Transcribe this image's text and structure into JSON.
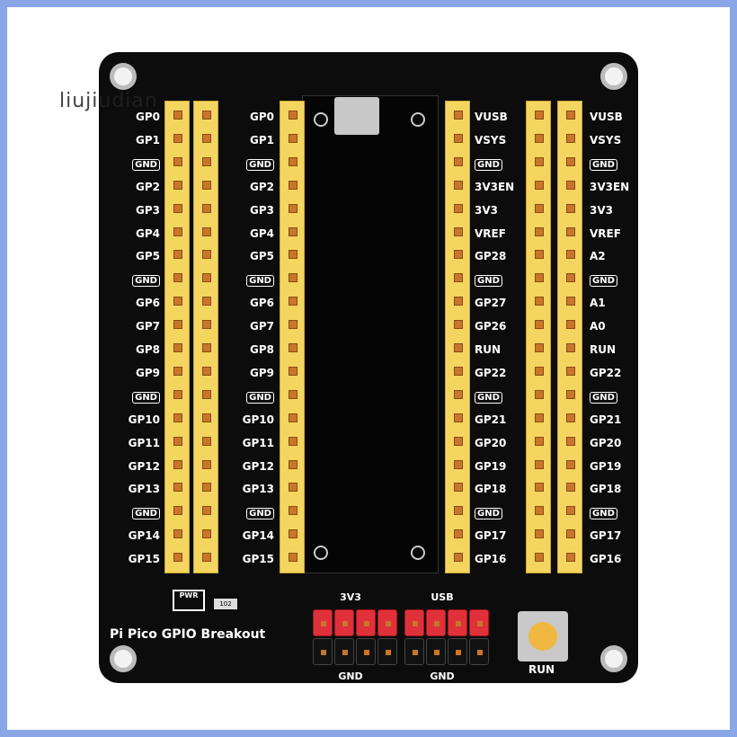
{
  "watermark": "liujiudian",
  "board_title": "Pi Pico GPIO Breakout",
  "pwr_label": "PWR",
  "resistor_label": "102",
  "run_label": "RUN",
  "power_headers": {
    "top_left": "3V3",
    "top_right": "USB",
    "bottom_left": "GND",
    "bottom_right": "GND"
  },
  "left_labels": [
    "GP0",
    "GP1",
    "GND",
    "GP2",
    "GP3",
    "GP4",
    "GP5",
    "GND",
    "GP6",
    "GP7",
    "GP8",
    "GP9",
    "GND",
    "GP10",
    "GP11",
    "GP12",
    "GP13",
    "GND",
    "GP14",
    "GP15"
  ],
  "right_labels": [
    "VUSB",
    "VSYS",
    "GND",
    "3V3EN",
    "3V3",
    "VREF",
    "GP28",
    "GND",
    "GP27",
    "GP26",
    "RUN",
    "GP22",
    "GND",
    "GP21",
    "GP20",
    "GP19",
    "GP18",
    "GND",
    "GP17",
    "GP16"
  ],
  "outer_right_labels": [
    "VUSB",
    "VSYS",
    "GND",
    "3V3EN",
    "3V3",
    "VREF",
    "A2",
    "GND",
    "A1",
    "A0",
    "RUN",
    "GP22",
    "GND",
    "GP21",
    "GP20",
    "GP19",
    "GP18",
    "GND",
    "GP17",
    "GP16"
  ],
  "colors": {
    "board": "#0c0c0c",
    "header": "#f4d560",
    "power_header": "#e0303a",
    "button": "#f0b843",
    "frame": "#8aa6e6"
  }
}
